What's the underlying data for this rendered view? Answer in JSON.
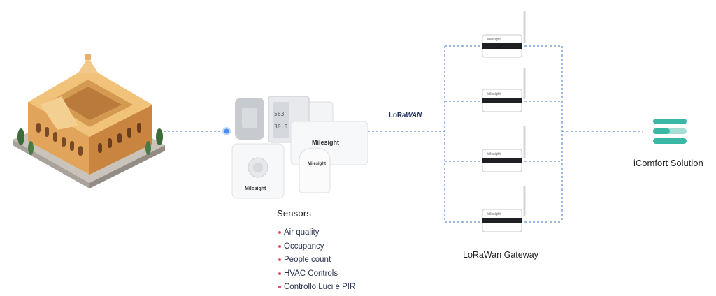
{
  "building": {
    "icon": "historic-building-icon"
  },
  "sensors": {
    "title": "Sensors",
    "items": [
      "Air quality",
      "Occupancy",
      "People count",
      "HVAC Controls",
      "Controllo Luci e PIR"
    ],
    "brand_text": "Milesight",
    "display_text": {
      "line1": "563",
      "line2": "30.0"
    }
  },
  "connection": {
    "protocol_logo_a": "LoRa",
    "protocol_logo_b": "WAN"
  },
  "gateways": {
    "title": "LoRaWan Gateway",
    "count": 4,
    "brand_text": "Milesight"
  },
  "solution": {
    "title": "iComfort Solution",
    "icon": "icomfort-logo-icon"
  },
  "colors": {
    "link_line": "#5b8ed6",
    "bullet": "#ea4c70",
    "solution_accent": "#3bb7a6",
    "solution_light": "#a6ddd5",
    "node_dot": "#4b8cf0"
  }
}
